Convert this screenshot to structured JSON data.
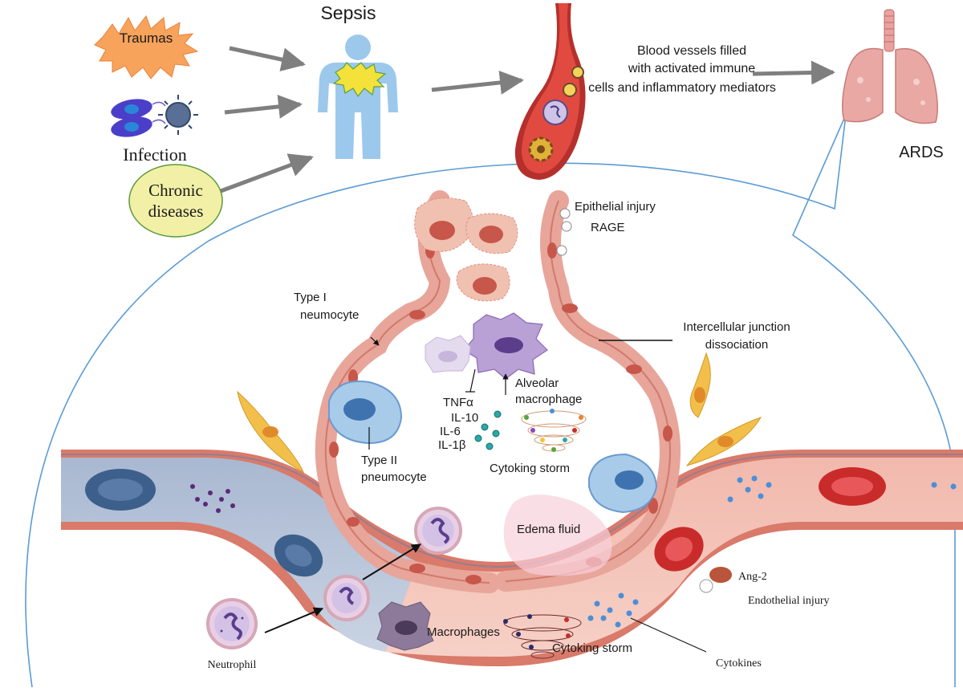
{
  "top": {
    "sepsis": "Sepsis",
    "traumas": "Traumas",
    "infection": "Infection",
    "chronic_line1": "Chronic",
    "chronic_line2": "diseases",
    "blood_line1": "Blood vessels filled",
    "blood_line2": "with activated immune",
    "blood_line3": "cells and inflammatory mediators",
    "ards": "ARDS"
  },
  "alveolus": {
    "epithelial_injury": "Epithelial injury",
    "rage": "RAGE",
    "type1_line1": "Type I",
    "type1_line2": "neumocyte",
    "junction_line1": "Intercellular junction",
    "junction_line2": "dissociation",
    "type2_line1": "Type II",
    "type2_line2": "pneumocyte",
    "alv_mac_line1": "Alveolar",
    "alv_mac_line2": "macrophage",
    "tnf": "TNFα",
    "il10": "IL-10",
    "il6": "IL-6",
    "il1b": "IL-1β",
    "storm_alv": "Cytoking storm",
    "edema": "Edema fluid"
  },
  "vessel": {
    "neutrophil": "Neutrophil",
    "macrophages": "Macrophages",
    "storm_vessel": "Cytoking storm",
    "ang2": "Ang-2",
    "endothelial_injury": "Endothelial injury",
    "cytokines": "Cytokines"
  },
  "colors": {
    "arrow": "#7f7f7f",
    "outline": "#5b9bd5",
    "vein": "#8fa4c4",
    "artery": "#e8a79a",
    "traumas": "#f7a35c",
    "chronic": "#f1f0a6"
  }
}
